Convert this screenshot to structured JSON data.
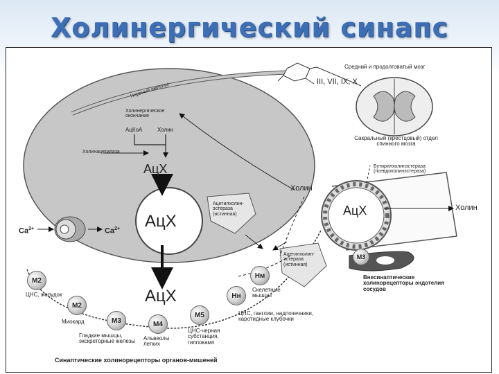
{
  "title": "Холинергический синапс",
  "diagram": {
    "nerve_impulse": "Нервный импульс",
    "cholinergic_terminal": "Холинергическое окончание",
    "acetyl_coa": "АцКоА",
    "choline_top": "Холин",
    "choline_acetylase": "Холинацетилаза",
    "ach_small": "АцХ",
    "ach_vesicle": "АцХ",
    "ach_cleft": "АцХ",
    "ca_outside": "Ca",
    "ca_inside": "Ca",
    "ca_charge": "2+",
    "choline_reuptake": "Холин",
    "ache_true_1": "Ацетилхолин-эстераза (истинная)",
    "ache_true_2": "Ацетилхолин-эстераза (истинная)",
    "cns_nuclei": "Средний и продолговатый мозг",
    "cranial_nerves": "III, VII, IX, X",
    "sacral_cord": "Сакральный (крестцовый) отдел спинного мозга",
    "butyryl_che": "Бутирилхолинэстераза (псевдохолинэстераза)",
    "ach_vessel": "АцХ",
    "choline_vessel": "Холин",
    "extrasynaptic": "Внесинаптические холинорецепторы эндотелия сосудов",
    "m3_vessel": "M3",
    "receptors": [
      {
        "name": "M2",
        "label": "ЦНС, желудок"
      },
      {
        "name": "M2",
        "label": "Миокард"
      },
      {
        "name": "M3",
        "label": "Гладкие мышцы, экскреторные железы"
      },
      {
        "name": "M4",
        "label": "Альвеолы легких"
      },
      {
        "name": "M5",
        "label": "ЦНС-черная субстанция, гиппокамп"
      },
      {
        "name": "Hн",
        "label": "ЦНС, ганглии, надпочечники, каротидные клубочки"
      },
      {
        "name": "Hм",
        "label": "Скелетные мышцы"
      }
    ],
    "caption": "Синаптические холинорецепторы органов-мишеней"
  }
}
